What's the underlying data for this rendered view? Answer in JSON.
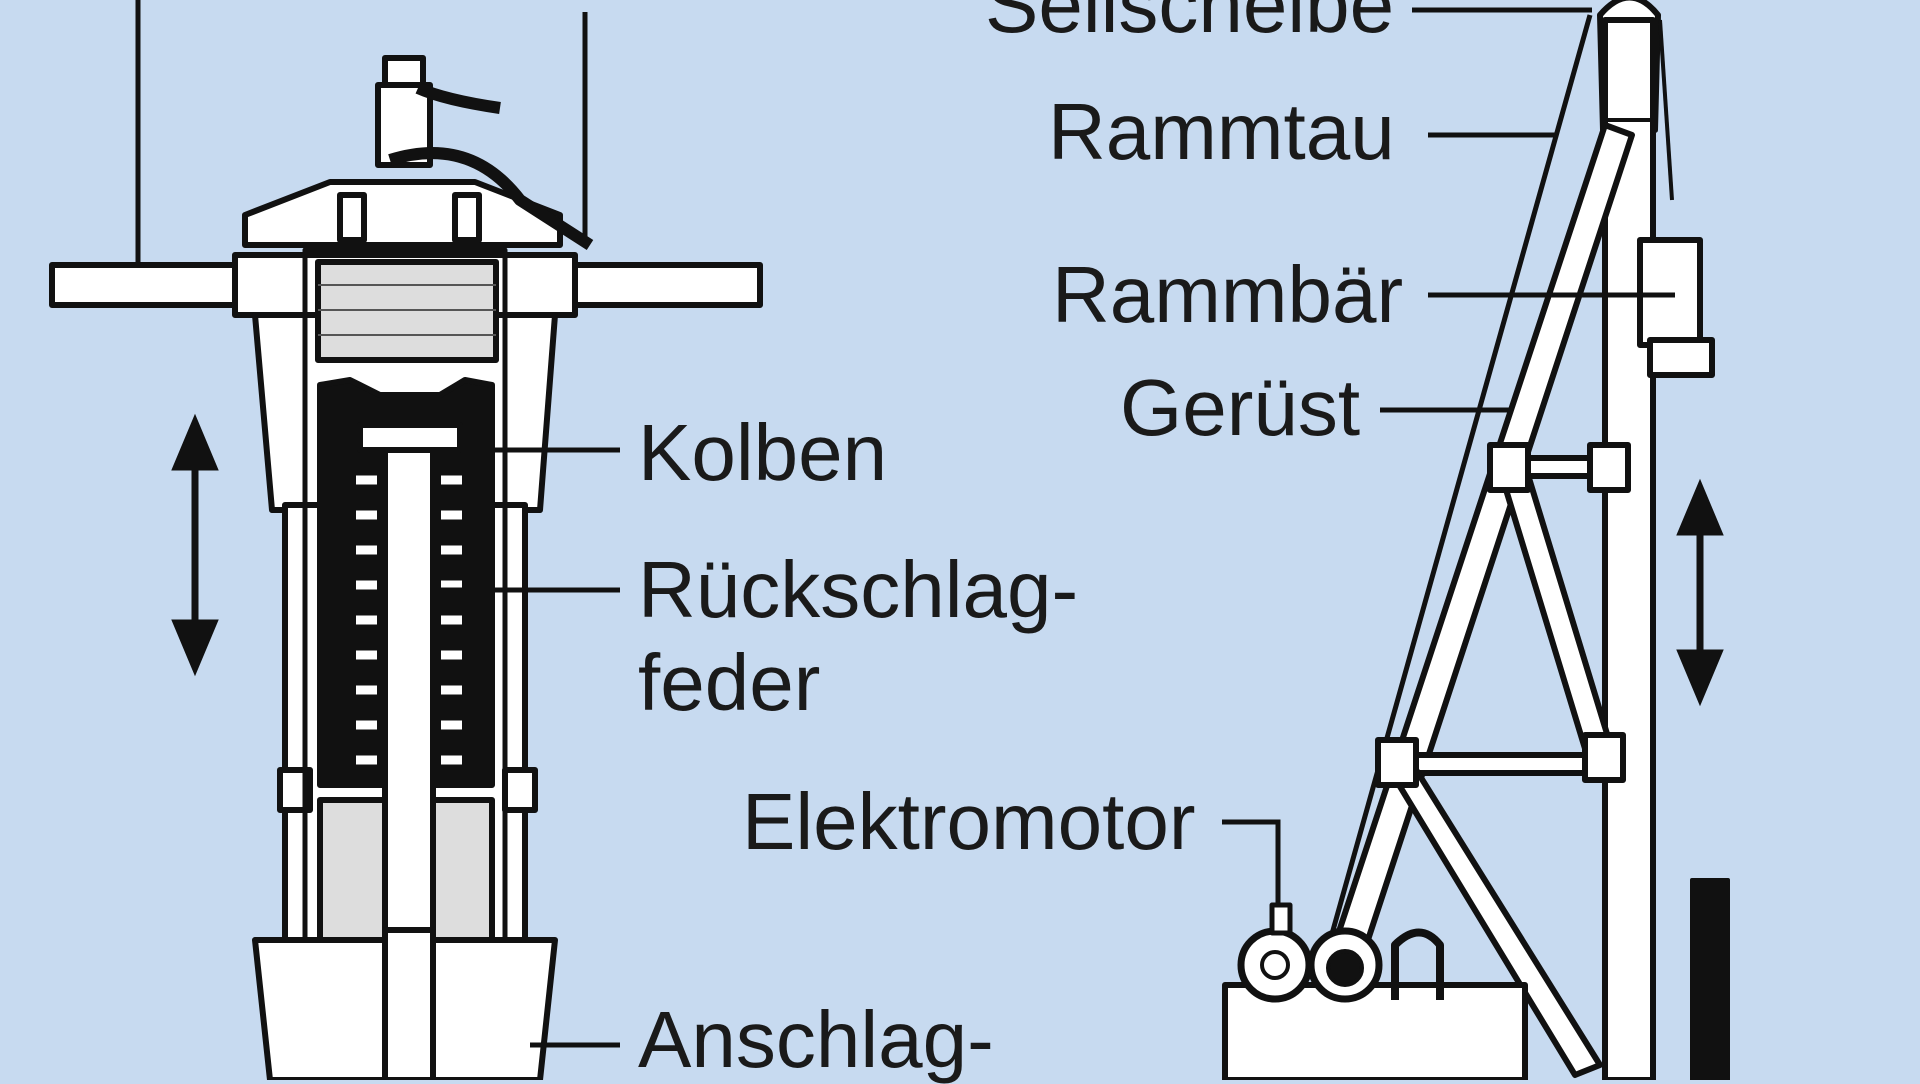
{
  "background_color": "#c7daf0",
  "ink_color": "#111111",
  "labels": {
    "sheave_partial": "Seilscheibe",
    "rope": "Rammtau",
    "hammer": "Rammbär",
    "frame": "Gerüst",
    "piston": "Kolben",
    "spring_line1": "Rückschlag-",
    "spring_line2": "feder",
    "motor": "Elektromotor",
    "stop_partial": "Anschlag-"
  },
  "icons": [
    "double-arrow-icon",
    "double-arrow-icon"
  ]
}
